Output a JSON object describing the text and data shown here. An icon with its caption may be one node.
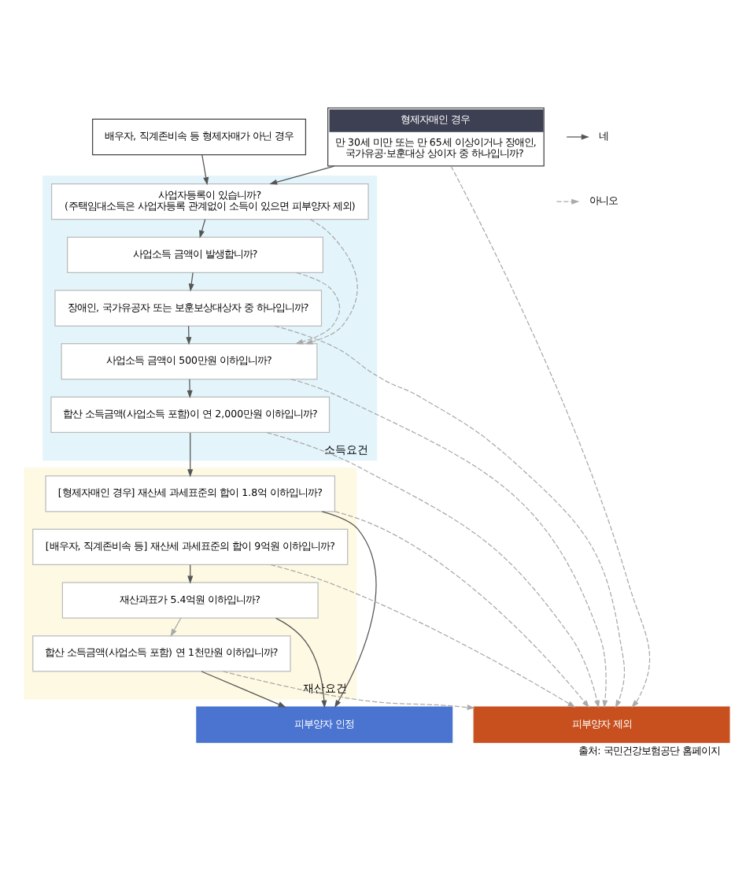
{
  "diagram": {
    "caption": "출처: 국민건강보험공단 홈페이지",
    "nodes": [
      {
        "text": [
          "배우자, 직계존비속 등 형제자매가 아닌 경우"
        ]
      },
      {
        "text": [
          "형제자매인 경우",
          "만 30세 미만 또는 만 65세 이상이거나 장애인, 국가유공·보훈대상 상이자 중 하나입니까?"
        ]
      },
      {
        "text": [
          "소득요건"
        ]
      },
      {
        "text": [
          "사업자등록이 있습니까?",
          "(주택임대소득은 사업자등록 관계없이 소득이 있으면 피부양자 제외)"
        ],
        "in": 2
      },
      {
        "text": [
          "사업소득 금액이 발생합니까?"
        ],
        "in": 2
      },
      {
        "text": [
          "장애인, 국가유공자 또는 보훈보상대상자 중 하나입니까?"
        ],
        "in": 2
      },
      {
        "text": [
          "사업소득 금액이 500만원 이하입니까?"
        ],
        "in": 2
      },
      {
        "text": [
          "합산 소득금액(사업소득 포함)이 연 2,000만원 이하입니까?"
        ],
        "in": 2
      },
      {
        "text": [
          "재산요건"
        ]
      },
      {
        "text": [
          "[형제자매인 경우] 재산세 과세표준의 합이 1.8억 이하입니까?"
        ],
        "in": 8
      },
      {
        "text": [
          "[배우자, 직계존비속 등] 재산세 과세표준의 합이 9억원 이하입니까?"
        ],
        "in": 8
      },
      {
        "text": [
          "재산과표가 5.4억원 이하입니까?"
        ],
        "in": 8
      },
      {
        "text": [
          "합산 소득금액(사업소득 포함) 연 1천만원 이하입니까?"
        ],
        "in": 8
      },
      {
        "text": [
          "피부양자 인정"
        ]
      },
      {
        "text": [
          "피부양자 제외"
        ]
      }
    ],
    "edges": [
      {
        "from": 0,
        "to": 3,
        "arrow": "to"
      },
      {
        "from": 1,
        "to": 3,
        "arrow": "to"
      },
      {
        "from": 3,
        "to": 4,
        "arrow": "to"
      },
      {
        "from": 4,
        "to": 5,
        "arrow": "to"
      },
      {
        "from": 5,
        "to": 6,
        "arrow": "to"
      },
      {
        "from": 6,
        "to": 7,
        "arrow": "to"
      },
      {
        "from": 7,
        "to": 9,
        "arrow": "to"
      },
      {
        "from": 10,
        "to": 11,
        "arrow": "to"
      },
      {
        "from": 11,
        "to": 12,
        "arrow": "to",
        "color": "#aaaaaa"
      },
      {
        "from": 9,
        "to": 13,
        "arrow": "to"
      },
      {
        "from": 11,
        "to": 13,
        "arrow": "to"
      },
      {
        "from": 12,
        "to": 13,
        "arrow": "to"
      },
      {
        "from": 1,
        "to": 14,
        "arrow": "to",
        "style": "dashed",
        "color": "#aaaaaa"
      },
      {
        "from": 3,
        "to": 6,
        "arrow": "to",
        "style": "dashed",
        "color": "#aaaaaa"
      },
      {
        "from": 4,
        "to": 6,
        "arrow": "to",
        "style": "dashed",
        "color": "#aaaaaa"
      },
      {
        "from": 5,
        "to": 14,
        "arrow": "to",
        "style": "dashed",
        "color": "#aaaaaa"
      },
      {
        "from": 6,
        "to": 14,
        "arrow": "to",
        "style": "dashed",
        "color": "#aaaaaa"
      },
      {
        "from": 7,
        "to": 14,
        "arrow": "to",
        "style": "dashed",
        "color": "#aaaaaa"
      },
      {
        "from": 9,
        "to": 14,
        "arrow": "to",
        "style": "dashed",
        "color": "#aaaaaa"
      },
      {
        "from": 10,
        "to": 14,
        "arrow": "to",
        "style": "dashed",
        "color": "#aaaaaa"
      },
      {
        "from": 12,
        "to": 14,
        "arrow": "to",
        "style": "dashed",
        "color": "#aaaaaa"
      }
    ],
    "legend": [
      {
        "text": "네"
      },
      {
        "text": "아니오"
      }
    ]
  }
}
